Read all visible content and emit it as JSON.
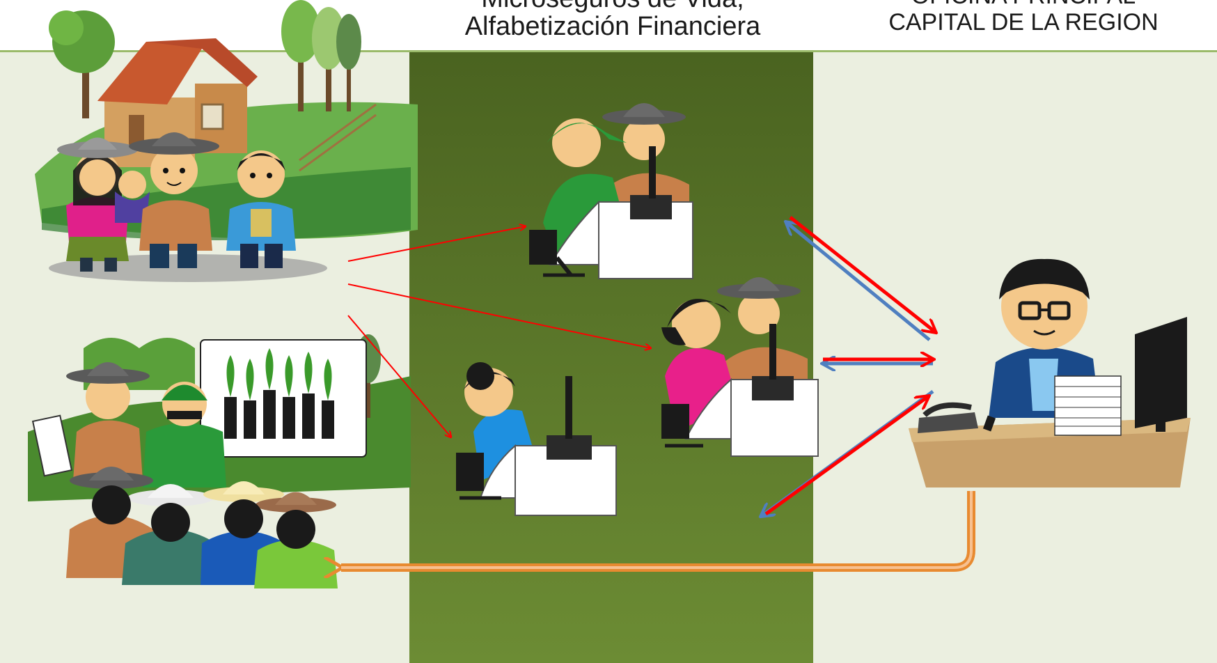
{
  "header": {
    "center_line1": "Microseguros de Vida,",
    "center_line2": "Alfabetización Financiera",
    "right_line1": "OFICINA PRINCIPAL",
    "right_line2": "CAPITAL DE LA REGION"
  },
  "colors": {
    "panel_light": "#ebefe0",
    "panel_dark": "#5a7a2a",
    "arrow_red": "#ff0000",
    "arrow_blue": "#4f7fc0",
    "arrow_orange": "#f0a050",
    "desk_brown": "#c8a06a"
  }
}
